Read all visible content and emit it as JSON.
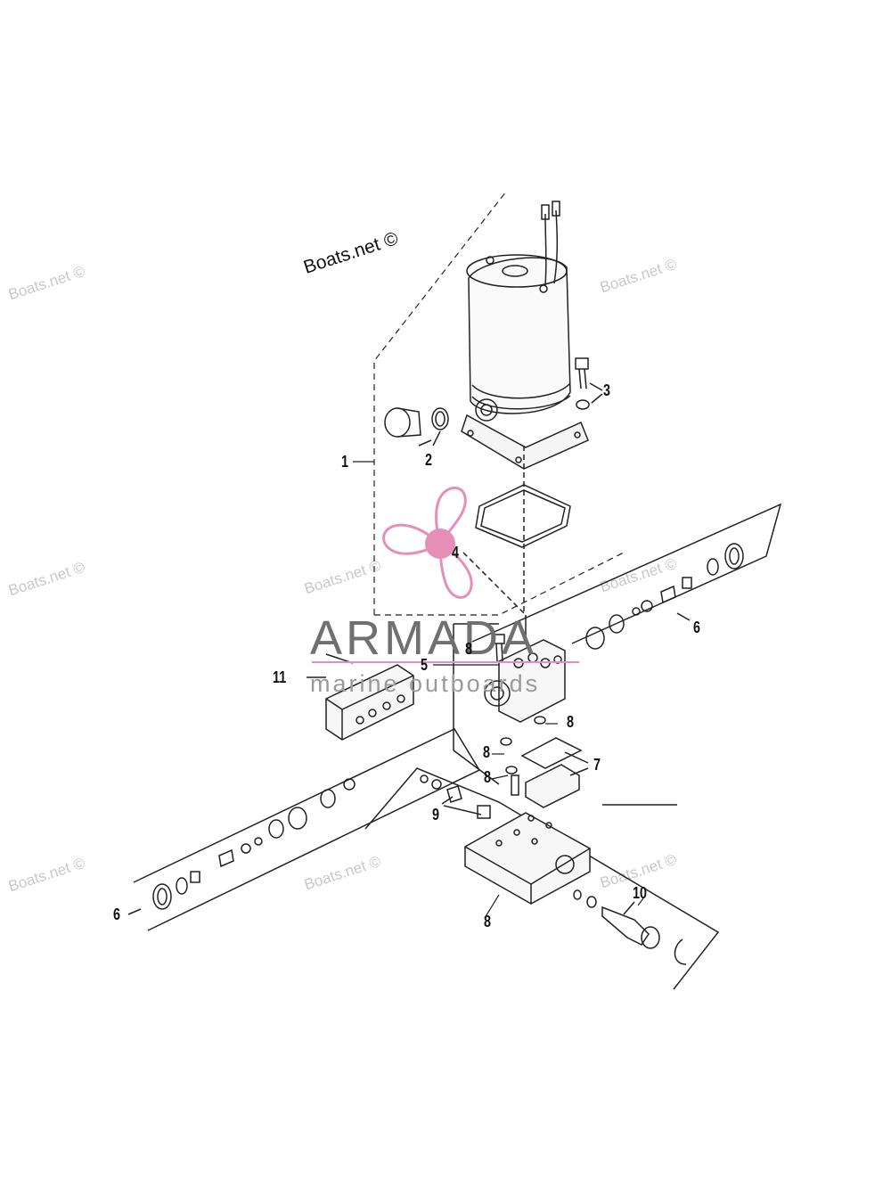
{
  "caption": "Boats.net ©",
  "watermark_text": "Boats.net ©",
  "logo": {
    "name": "ARMADA",
    "tagline": "marine outboards",
    "accent_color": "#e58fb8",
    "text_color": "#707070"
  },
  "callouts": {
    "c1": "1",
    "c2": "2",
    "c3": "3",
    "c4": "4",
    "c5": "5",
    "c6a": "6",
    "c6b": "6",
    "c7": "7",
    "c8a": "8",
    "c8b": "8",
    "c8c": "8",
    "c8d": "8",
    "c8e": "8",
    "c9": "9",
    "c10": "10",
    "c11": "11"
  }
}
